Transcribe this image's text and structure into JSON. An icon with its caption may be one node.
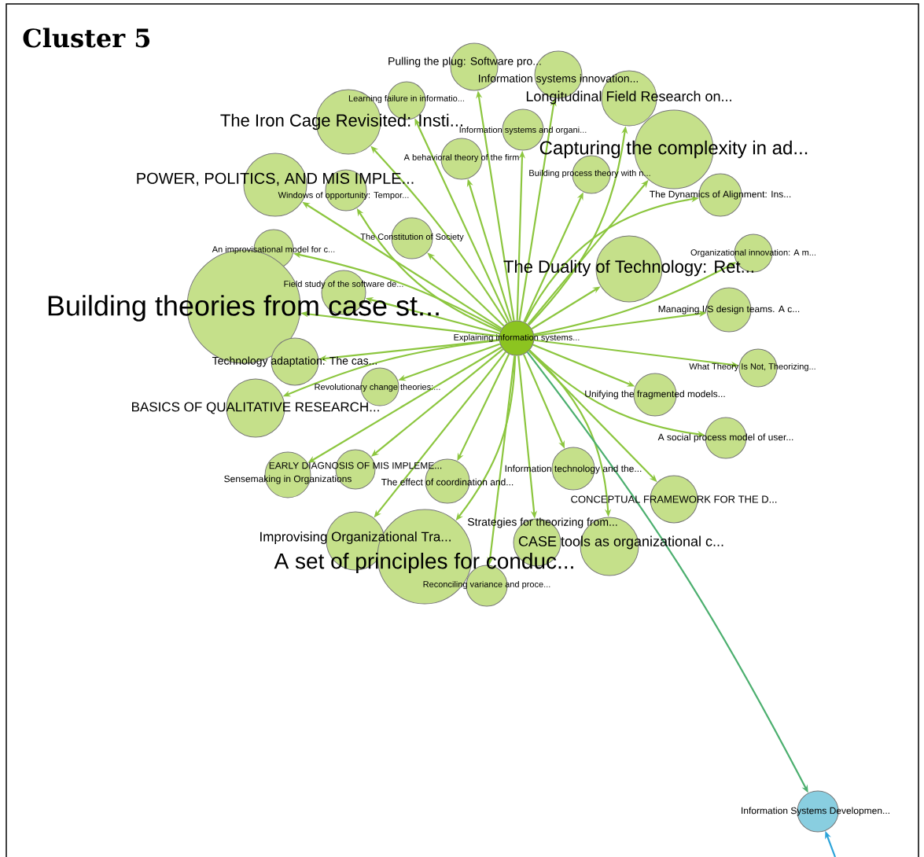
{
  "diagram": {
    "title": "Cluster 5",
    "nodes": [
      {
        "text": [
          "Explaining information systems..."
        ]
      },
      {
        "text": [
          "Pulling the plug: Software pro..."
        ]
      },
      {
        "text": [
          "Information systems innovation..."
        ]
      },
      {
        "text": [
          "Learning failure in informatio..."
        ]
      },
      {
        "text": [
          "The Iron Cage Revisited: Insti..."
        ]
      },
      {
        "text": [
          "Longitudinal Field Research on..."
        ]
      },
      {
        "text": [
          "Information systems and organi..."
        ]
      },
      {
        "text": [
          "Capturing the complexity in ad..."
        ]
      },
      {
        "text": [
          "A behavioral theory of the firm"
        ]
      },
      {
        "text": [
          "Building process theory with n..."
        ]
      },
      {
        "text": [
          "POWER, POLITICS, AND MIS IMPLE..."
        ]
      },
      {
        "text": [
          "Windows of opportunity: Tempor..."
        ]
      },
      {
        "text": [
          "The Dynamics of Alignment: Ins..."
        ]
      },
      {
        "text": [
          "The Constitution of Society"
        ]
      },
      {
        "text": [
          "An improvisational model for c..."
        ]
      },
      {
        "text": [
          "Organizational innovation: A m..."
        ]
      },
      {
        "text": [
          "The Duality of Technology: Ret..."
        ]
      },
      {
        "text": [
          "Field study of the software de..."
        ]
      },
      {
        "text": [
          "Building theories from case st..."
        ]
      },
      {
        "text": [
          "Managing I/S design teams. A c..."
        ]
      },
      {
        "text": [
          "Technology adaptation: The cas..."
        ]
      },
      {
        "text": [
          "What Theory Is Not, Theorizing..."
        ]
      },
      {
        "text": [
          "Revolutionary change theories:..."
        ]
      },
      {
        "text": [
          "Unifying the fragmented models..."
        ]
      },
      {
        "text": [
          "BASICS OF QUALITATIVE RESEARCH..."
        ]
      },
      {
        "text": [
          "A social process model of user..."
        ]
      },
      {
        "text": [
          "Sensemaking in Organizations"
        ]
      },
      {
        "text": [
          "EARLY DIAGNOSIS OF MIS IMPLEME..."
        ]
      },
      {
        "text": [
          "The effect of coordination and..."
        ]
      },
      {
        "text": [
          "Information technology and the..."
        ]
      },
      {
        "text": [
          "CONCEPTUAL FRAMEWORK FOR THE D..."
        ]
      },
      {
        "text": [
          "Improvising Organizational Tra..."
        ]
      },
      {
        "text": [
          "A set of principles for conduc..."
        ]
      },
      {
        "text": [
          "Strategies for theorizing from..."
        ]
      },
      {
        "text": [
          "CASE tools as organizational c..."
        ]
      },
      {
        "text": [
          "Reconciling variance and proce..."
        ]
      },
      {
        "text": [
          "Information Systems Developmen..."
        ]
      }
    ],
    "edges": [
      {
        "from": 0,
        "to": 1,
        "arrow": "to"
      },
      {
        "from": 0,
        "to": 2,
        "arrow": "to"
      },
      {
        "from": 0,
        "to": 3,
        "arrow": "to"
      },
      {
        "from": 0,
        "to": 4,
        "arrow": "to"
      },
      {
        "from": 0,
        "to": 5,
        "arrow": "to"
      },
      {
        "from": 0,
        "to": 6,
        "arrow": "to"
      },
      {
        "from": 0,
        "to": 7,
        "arrow": "to"
      },
      {
        "from": 0,
        "to": 8,
        "arrow": "to"
      },
      {
        "from": 0,
        "to": 9,
        "arrow": "to"
      },
      {
        "from": 0,
        "to": 10,
        "arrow": "to"
      },
      {
        "from": 0,
        "to": 11,
        "arrow": "to"
      },
      {
        "from": 0,
        "to": 12,
        "arrow": "to"
      },
      {
        "from": 0,
        "to": 13,
        "arrow": "to"
      },
      {
        "from": 0,
        "to": 14,
        "arrow": "to"
      },
      {
        "from": 0,
        "to": 15,
        "arrow": "to"
      },
      {
        "from": 0,
        "to": 16,
        "arrow": "to"
      },
      {
        "from": 0,
        "to": 17,
        "arrow": "to"
      },
      {
        "from": 0,
        "to": 18,
        "arrow": "to"
      },
      {
        "from": 0,
        "to": 19,
        "arrow": "to"
      },
      {
        "from": 0,
        "to": 20,
        "arrow": "to"
      },
      {
        "from": 0,
        "to": 21,
        "arrow": "to"
      },
      {
        "from": 0,
        "to": 22,
        "arrow": "to"
      },
      {
        "from": 0,
        "to": 23,
        "arrow": "to"
      },
      {
        "from": 0,
        "to": 24,
        "arrow": "to"
      },
      {
        "from": 0,
        "to": 25,
        "arrow": "to"
      },
      {
        "from": 0,
        "to": 26,
        "arrow": "to"
      },
      {
        "from": 0,
        "to": 27,
        "arrow": "to"
      },
      {
        "from": 0,
        "to": 28,
        "arrow": "to"
      },
      {
        "from": 0,
        "to": 29,
        "arrow": "to"
      },
      {
        "from": 0,
        "to": 30,
        "arrow": "to"
      },
      {
        "from": 0,
        "to": 31,
        "arrow": "to"
      },
      {
        "from": 0,
        "to": 32,
        "arrow": "to"
      },
      {
        "from": 0,
        "to": 33,
        "arrow": "to"
      },
      {
        "from": 0,
        "to": 34,
        "arrow": "to"
      },
      {
        "from": 0,
        "to": 35,
        "arrow": "to"
      },
      {
        "from": 0,
        "to": 36,
        "arrow": "to",
        "color": "#4caf6f"
      },
      {
        "from": null,
        "to": 36,
        "arrow": "to",
        "color": "#2ba3d9"
      }
    ]
  }
}
